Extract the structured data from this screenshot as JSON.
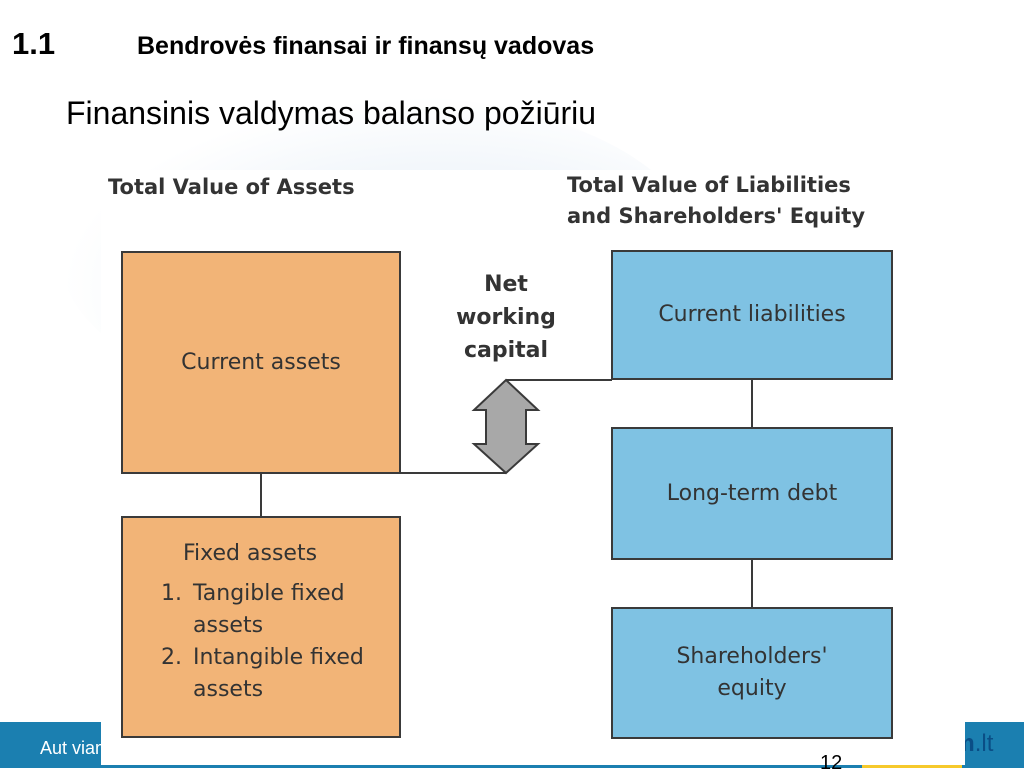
{
  "slide": {
    "section_number": "1.1",
    "section_title": "Bendrovės finansai ir finansų vadovas",
    "subtitle": "Finansinis valdymas  balanso požiūriu",
    "page_number": "12"
  },
  "footer": {
    "left_text": "Aut viam",
    "brand_bold": "vm",
    "brand_suffix": ".lt",
    "band_color": "#1b7fb0",
    "brand_color": "#f6c92b"
  },
  "diagram": {
    "left_heading": "Total Value of Assets",
    "right_heading": "Total Value of Liabilities\nand Shareholders' Equity",
    "current_assets": "Current assets",
    "fixed_assets": {
      "heading": "Fixed assets",
      "items": [
        "Tangible fixed assets",
        "Intangible fixed assets"
      ]
    },
    "net_working_capital": "Net\nworking\ncapital",
    "current_liabilities": "Current liabilities",
    "long_term_debt": "Long-term debt",
    "shareholders_equity": "Shareholders'\nequity",
    "colors": {
      "assets": "#f2b477",
      "liabilities": "#7fc2e3",
      "arrow": "#a8a8a8"
    }
  }
}
